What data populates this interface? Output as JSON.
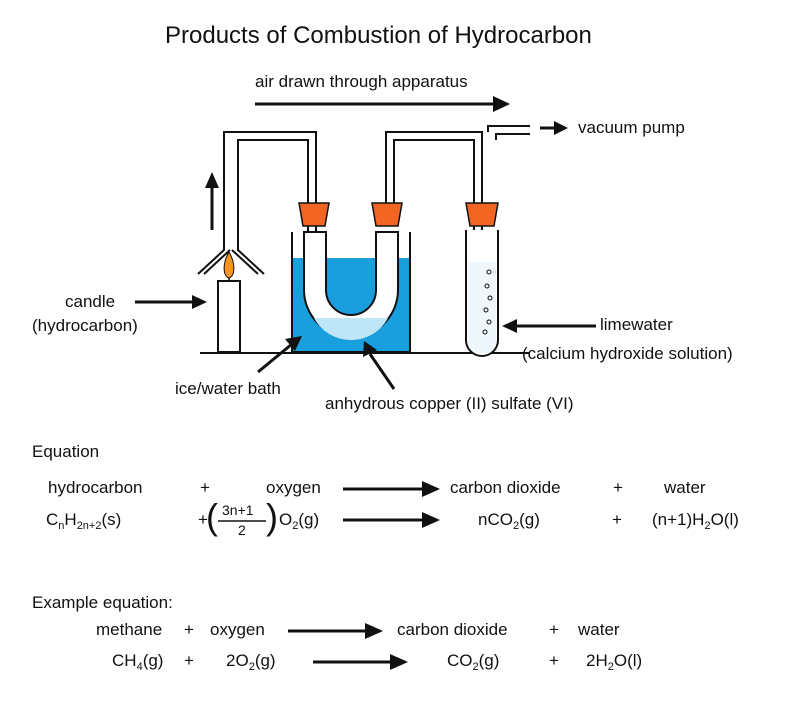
{
  "title": "Products of Combustion of Hydrocarbon",
  "labels": {
    "air_flow": "air drawn through apparatus",
    "vacuum_pump": "vacuum pump",
    "candle_line1": "candle",
    "candle_line2": "(hydrocarbon)",
    "ice_bath": "ice/water bath",
    "copper_sulfate": "anhydrous copper (II) sulfate (VI)",
    "limewater_line1": "limewater",
    "limewater_line2": "(calcium hydroxide solution)"
  },
  "equation": {
    "heading": "Equation",
    "word": {
      "reactant1": "hydrocarbon",
      "plus1": "+",
      "reactant2": "oxygen",
      "product1": "carbon dioxide",
      "plus2": "+",
      "product2": "water"
    },
    "formula": {
      "c": "C",
      "c_sub": "n",
      "h": "H",
      "h_sub": "2n+2",
      "state1": "(s)",
      "plus1": "+",
      "frac_num": "3n+1",
      "frac_den": "2",
      "o": "O",
      "o_sub": "2",
      "state2": "(g)",
      "co2_a": "nCO",
      "co2_sub": "2",
      "co2_state": "(g)",
      "plus2": "+",
      "h2o_a": "(n+1)H",
      "h2o_sub": "2",
      "h2o_b": "O(l)"
    }
  },
  "example": {
    "heading": "Example equation:",
    "word": {
      "reactant1": "methane",
      "plus1": "+",
      "reactant2": "oxygen",
      "product1": "carbon dioxide",
      "plus2": "+",
      "product2": "water"
    },
    "formula": {
      "ch4_a": "CH",
      "ch4_sub": "4",
      "ch4_b": "(g)",
      "plus1": "+",
      "o2_a": "2O",
      "o2_sub": "2",
      "o2_b": "(g)",
      "co2_a": "CO",
      "co2_sub": "2",
      "co2_b": "(g)",
      "plus2": "+",
      "h2o_a": "2H",
      "h2o_sub": "2",
      "h2o_b": "O(l)"
    }
  },
  "colors": {
    "water": "#1a9fde",
    "water_light": "#bfe6f7",
    "stopper": "#f26522",
    "flame": "#f7941d",
    "ink": "#111111"
  }
}
